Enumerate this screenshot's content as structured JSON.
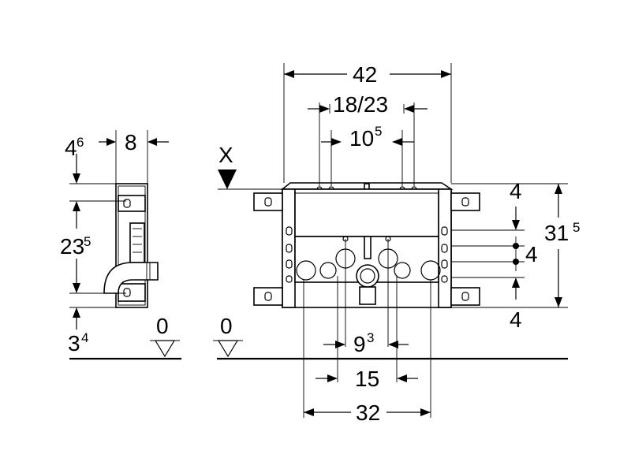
{
  "side_view": {
    "dim_top_left": {
      "base": "4",
      "sup": "6"
    },
    "dim_top_width": "8",
    "dim_height": {
      "base": "23",
      "sup": "5"
    },
    "dim_bottom": {
      "base": "3",
      "sup": "4"
    },
    "floor_level": "0"
  },
  "front_view": {
    "reference_mark": "X",
    "floor_level": "0",
    "dim_overall_width": "42",
    "dim_upper_spacing": "18/23",
    "dim_inner_spacing": {
      "base": "10",
      "sup": "5"
    },
    "dim_total_height": {
      "base": "31",
      "sup": "5"
    },
    "dim_right_upper": "4",
    "dim_right_middle": "4",
    "dim_right_lower": "4",
    "dim_center_small": {
      "base": "9",
      "sup": "3"
    },
    "dim_center_mid": "15",
    "dim_bottom_width": "32"
  }
}
